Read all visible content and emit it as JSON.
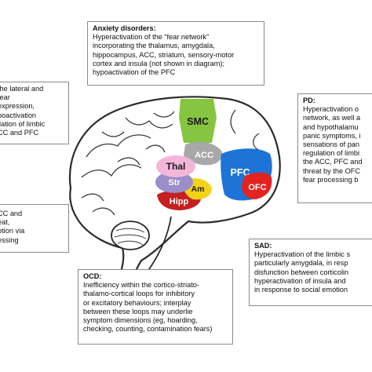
{
  "colors": {
    "smc": "#86c540",
    "acc": "#a8a8a8",
    "pfc": "#1d74d6",
    "ofc": "#e32320",
    "thal": "#f4b6d8",
    "str": "#9b8ec9",
    "amyg": "#f2d21a",
    "hipp": "#c62020",
    "box_border": "#8a8a8a",
    "brain_outline": "#2a2a2a"
  },
  "regions": {
    "smc": "SMC",
    "acc": "ACC",
    "pfc": "PFC",
    "ofc": "OFC",
    "thal": "Thal",
    "str": "Str",
    "am": "Am",
    "hipp": "Hipp"
  },
  "boxes": {
    "anxiety": {
      "title": "Anxiety disorders:",
      "lines": [
        "Hyperactivation of the “fear network”",
        "incorporating the thalamus, amygdala,",
        "hippocampus, ACC, striatum, sensory-motor",
        "cortex and insula (not shown in diagram);",
        "hypoactivation of the PFC"
      ]
    },
    "left_top": {
      "lines": [
        "the lateral and",
        "fear",
        "expression,",
        "poactivation",
        "ilation of limbic",
        "CC and PFC"
      ]
    },
    "left_bottom": {
      "lines": [
        "CC and",
        "eat,",
        "otion via",
        "essing"
      ]
    },
    "pd": {
      "title": "PD:",
      "lines": [
        "Hyperactivation o",
        "network, as well a",
        "and hypothalamu",
        "panic symptoms, i",
        "sensations of pan",
        "regulation of limbi",
        "the ACC, PFC and",
        "threat by the OFC",
        "fear processing b"
      ]
    },
    "sad": {
      "title": "SAD:",
      "lines": [
        "Hyperactivation of the limbic s",
        "particularly amygdala, in resp",
        "disfunction between corticolin",
        "hyperactivation of insula and",
        "in response to social emotion"
      ]
    },
    "ocd": {
      "title": "OCD:",
      "lines": [
        "Inefficiency within the cortico-striato-",
        "thalamo-cortical loops for inhibitory",
        "or excitatory behaviours; interplay",
        "between these loops may underlie",
        "symptom dimensions (eg, hoarding,",
        "checking, counting, contamination fears)"
      ]
    }
  }
}
